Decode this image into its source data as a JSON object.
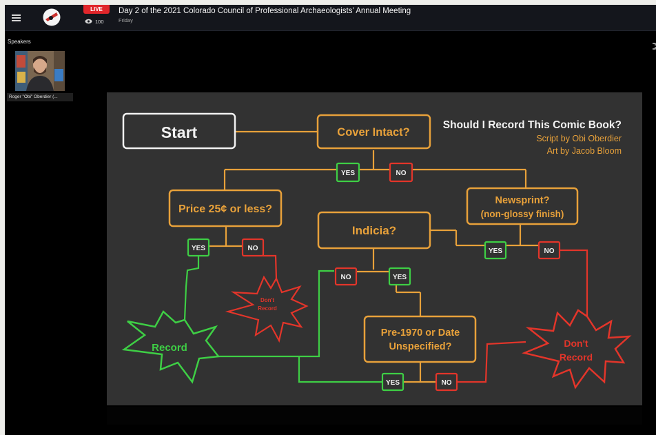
{
  "topbar": {
    "live_label": "LIVE",
    "viewer_count": "100",
    "title": "Day 2 of the 2021 Colorado Council of Professional Archaeologists' Annual Meeting",
    "subtitle": "Friday"
  },
  "sidebar": {
    "speakers_label": "Speakers",
    "speaker_name": "Roger \"Obi\" Oberdier (..."
  },
  "slide": {
    "title": "Should I Record This Comic Book?",
    "credit_script": "Script by Obi Oberdier",
    "credit_art": "Art by Jacob Bloom",
    "start": "Start",
    "q_cover": "Cover Intact?",
    "q_price": "Price 25¢ or less?",
    "q_indicia": "Indicia?",
    "q_newsprint_1": "Newsprint?",
    "q_newsprint_2": "(non-glossy finish)",
    "q_pre1970_1": "Pre-1970 or Date",
    "q_pre1970_2": "Unspecified?",
    "yes": "YES",
    "no": "NO",
    "record": "Record",
    "dont_1": "Don't",
    "dont_2": "Record",
    "colors": {
      "background": "#323232",
      "orange": "#e8a13a",
      "green": "#3ecf45",
      "red": "#e3352a",
      "white": "#f2f2f2"
    }
  }
}
